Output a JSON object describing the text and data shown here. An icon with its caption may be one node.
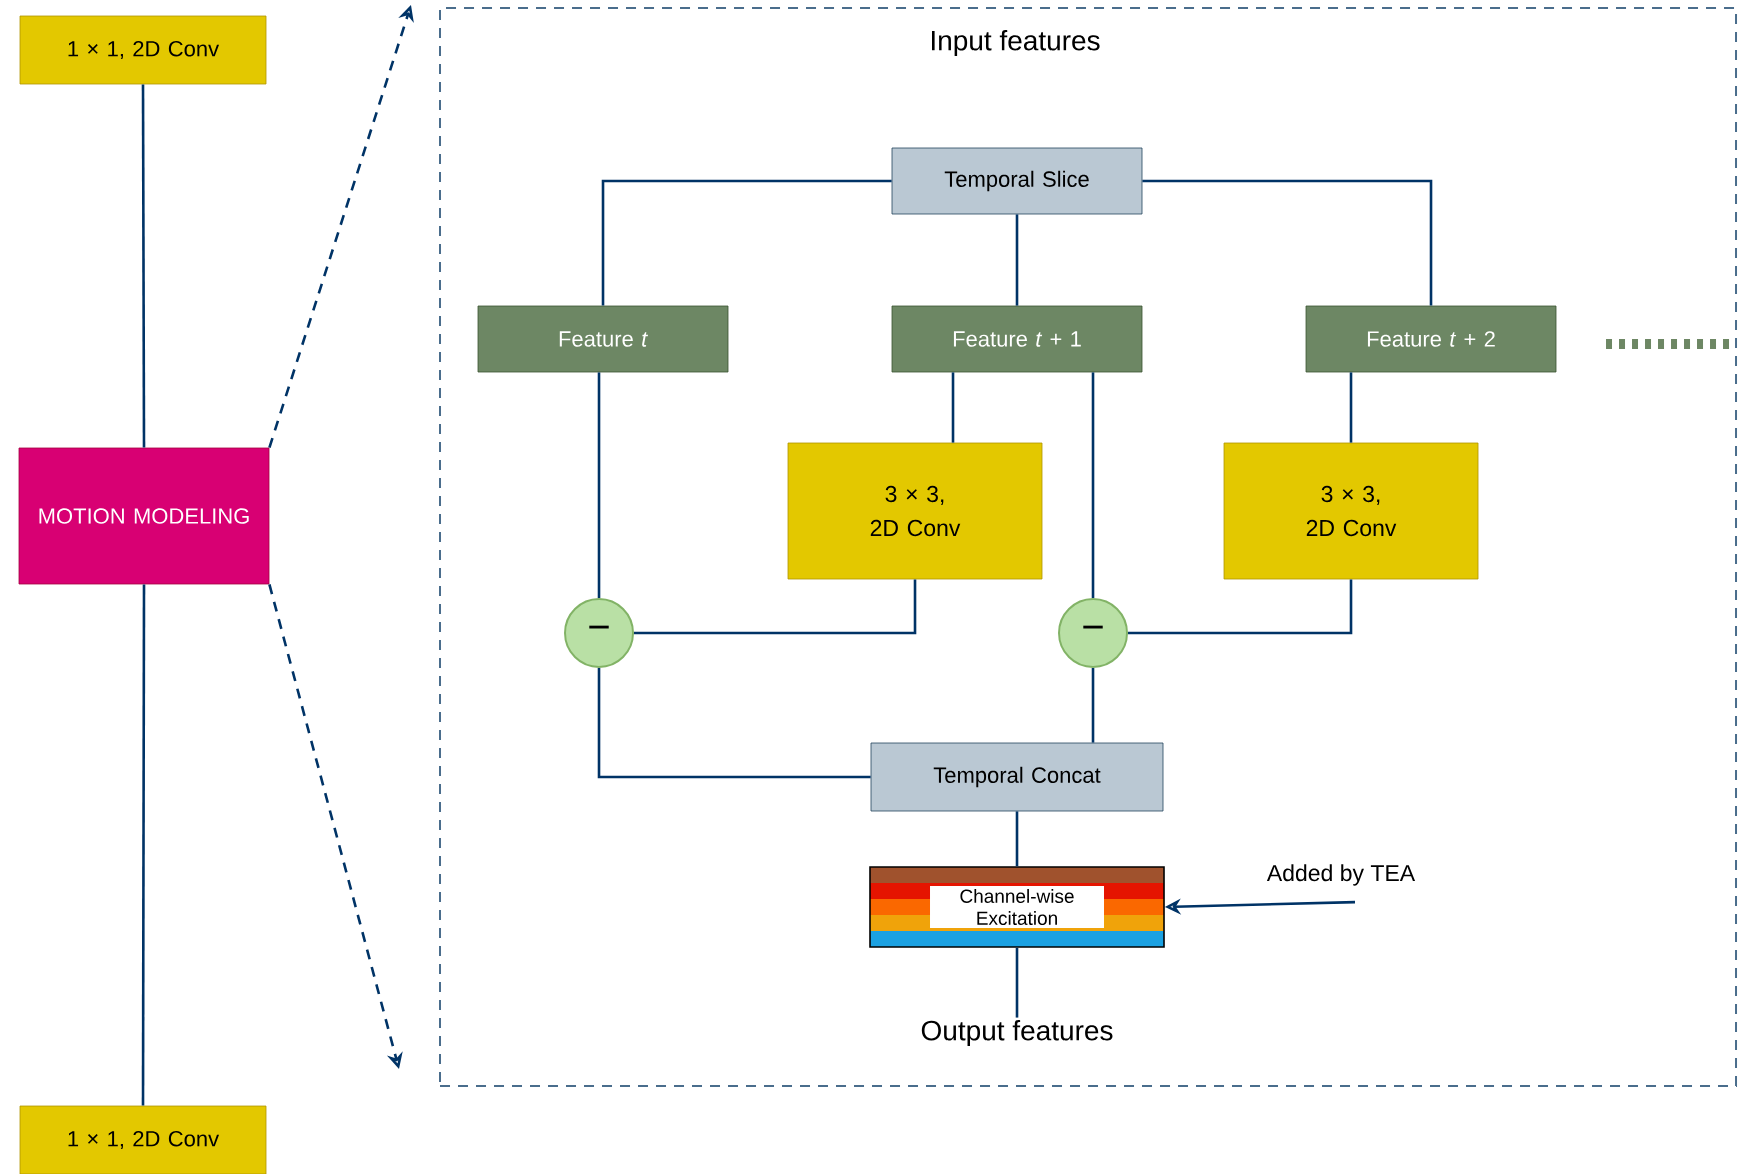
{
  "diagram": {
    "nodes": [
      {
        "text": [
          "1 × 1, 2D Conv"
        ]
      },
      {
        "text": [
          "MOTION MODELING"
        ]
      },
      {
        "text": [
          "1 × 1, 2D Conv"
        ]
      },
      {
        "text": [],
        "shape": "box"
      },
      {
        "text": [
          "Input features"
        ],
        "in": 3
      },
      {
        "text": [
          "Temporal Slice"
        ],
        "in": 3
      },
      {
        "text": [
          "Feature *t*"
        ],
        "in": 3
      },
      {
        "text": [
          "Feature *t* + 1"
        ],
        "in": 3
      },
      {
        "text": [
          "Feature *t* + 2"
        ],
        "in": 3
      },
      {
        "text": [
          "3 × 3, 2D Conv"
        ],
        "in": 3
      },
      {
        "text": [
          "3 × 3, 2D Conv"
        ],
        "in": 3
      },
      {
        "text": [
          "−"
        ],
        "in": 3
      },
      {
        "text": [
          "−"
        ],
        "in": 3
      },
      {
        "text": [
          "Temporal Concat"
        ],
        "in": 3
      },
      {
        "text": [
          "Channel-wise Excitation"
        ],
        "in": 3
      },
      {
        "text": [
          "Output features"
        ],
        "in": 3
      },
      {
        "text": [
          "Added by TEA"
        ],
        "in": 3
      }
    ],
    "edges": [
      {
        "from": 0,
        "to": 1,
        "arrow": "none"
      },
      {
        "from": 1,
        "to": 2,
        "arrow": "none"
      },
      {
        "from": 1,
        "to": 3,
        "arrow": "to",
        "style": "dashed"
      },
      {
        "from": 1,
        "to": 3,
        "arrow": "to",
        "style": "dashed"
      },
      {
        "from": 5,
        "to": 6,
        "arrow": "none"
      },
      {
        "from": 5,
        "to": 7,
        "arrow": "none"
      },
      {
        "from": 5,
        "to": 8,
        "arrow": "none"
      },
      {
        "from": 6,
        "to": 11,
        "arrow": "none"
      },
      {
        "from": 7,
        "to": 9,
        "arrow": "none"
      },
      {
        "from": 7,
        "to": 12,
        "arrow": "none"
      },
      {
        "from": 9,
        "to": 11,
        "arrow": "none"
      },
      {
        "from": 8,
        "to": 10,
        "arrow": "none"
      },
      {
        "from": 10,
        "to": 12,
        "arrow": "none"
      },
      {
        "from": 11,
        "to": 13,
        "arrow": "none"
      },
      {
        "from": 12,
        "to": 13,
        "arrow": "none"
      },
      {
        "from": 13,
        "to": 14,
        "arrow": "none"
      },
      {
        "from": 14,
        "to": 15,
        "arrow": "none"
      },
      {
        "from": 16,
        "to": 14,
        "arrow": "to"
      }
    ]
  }
}
